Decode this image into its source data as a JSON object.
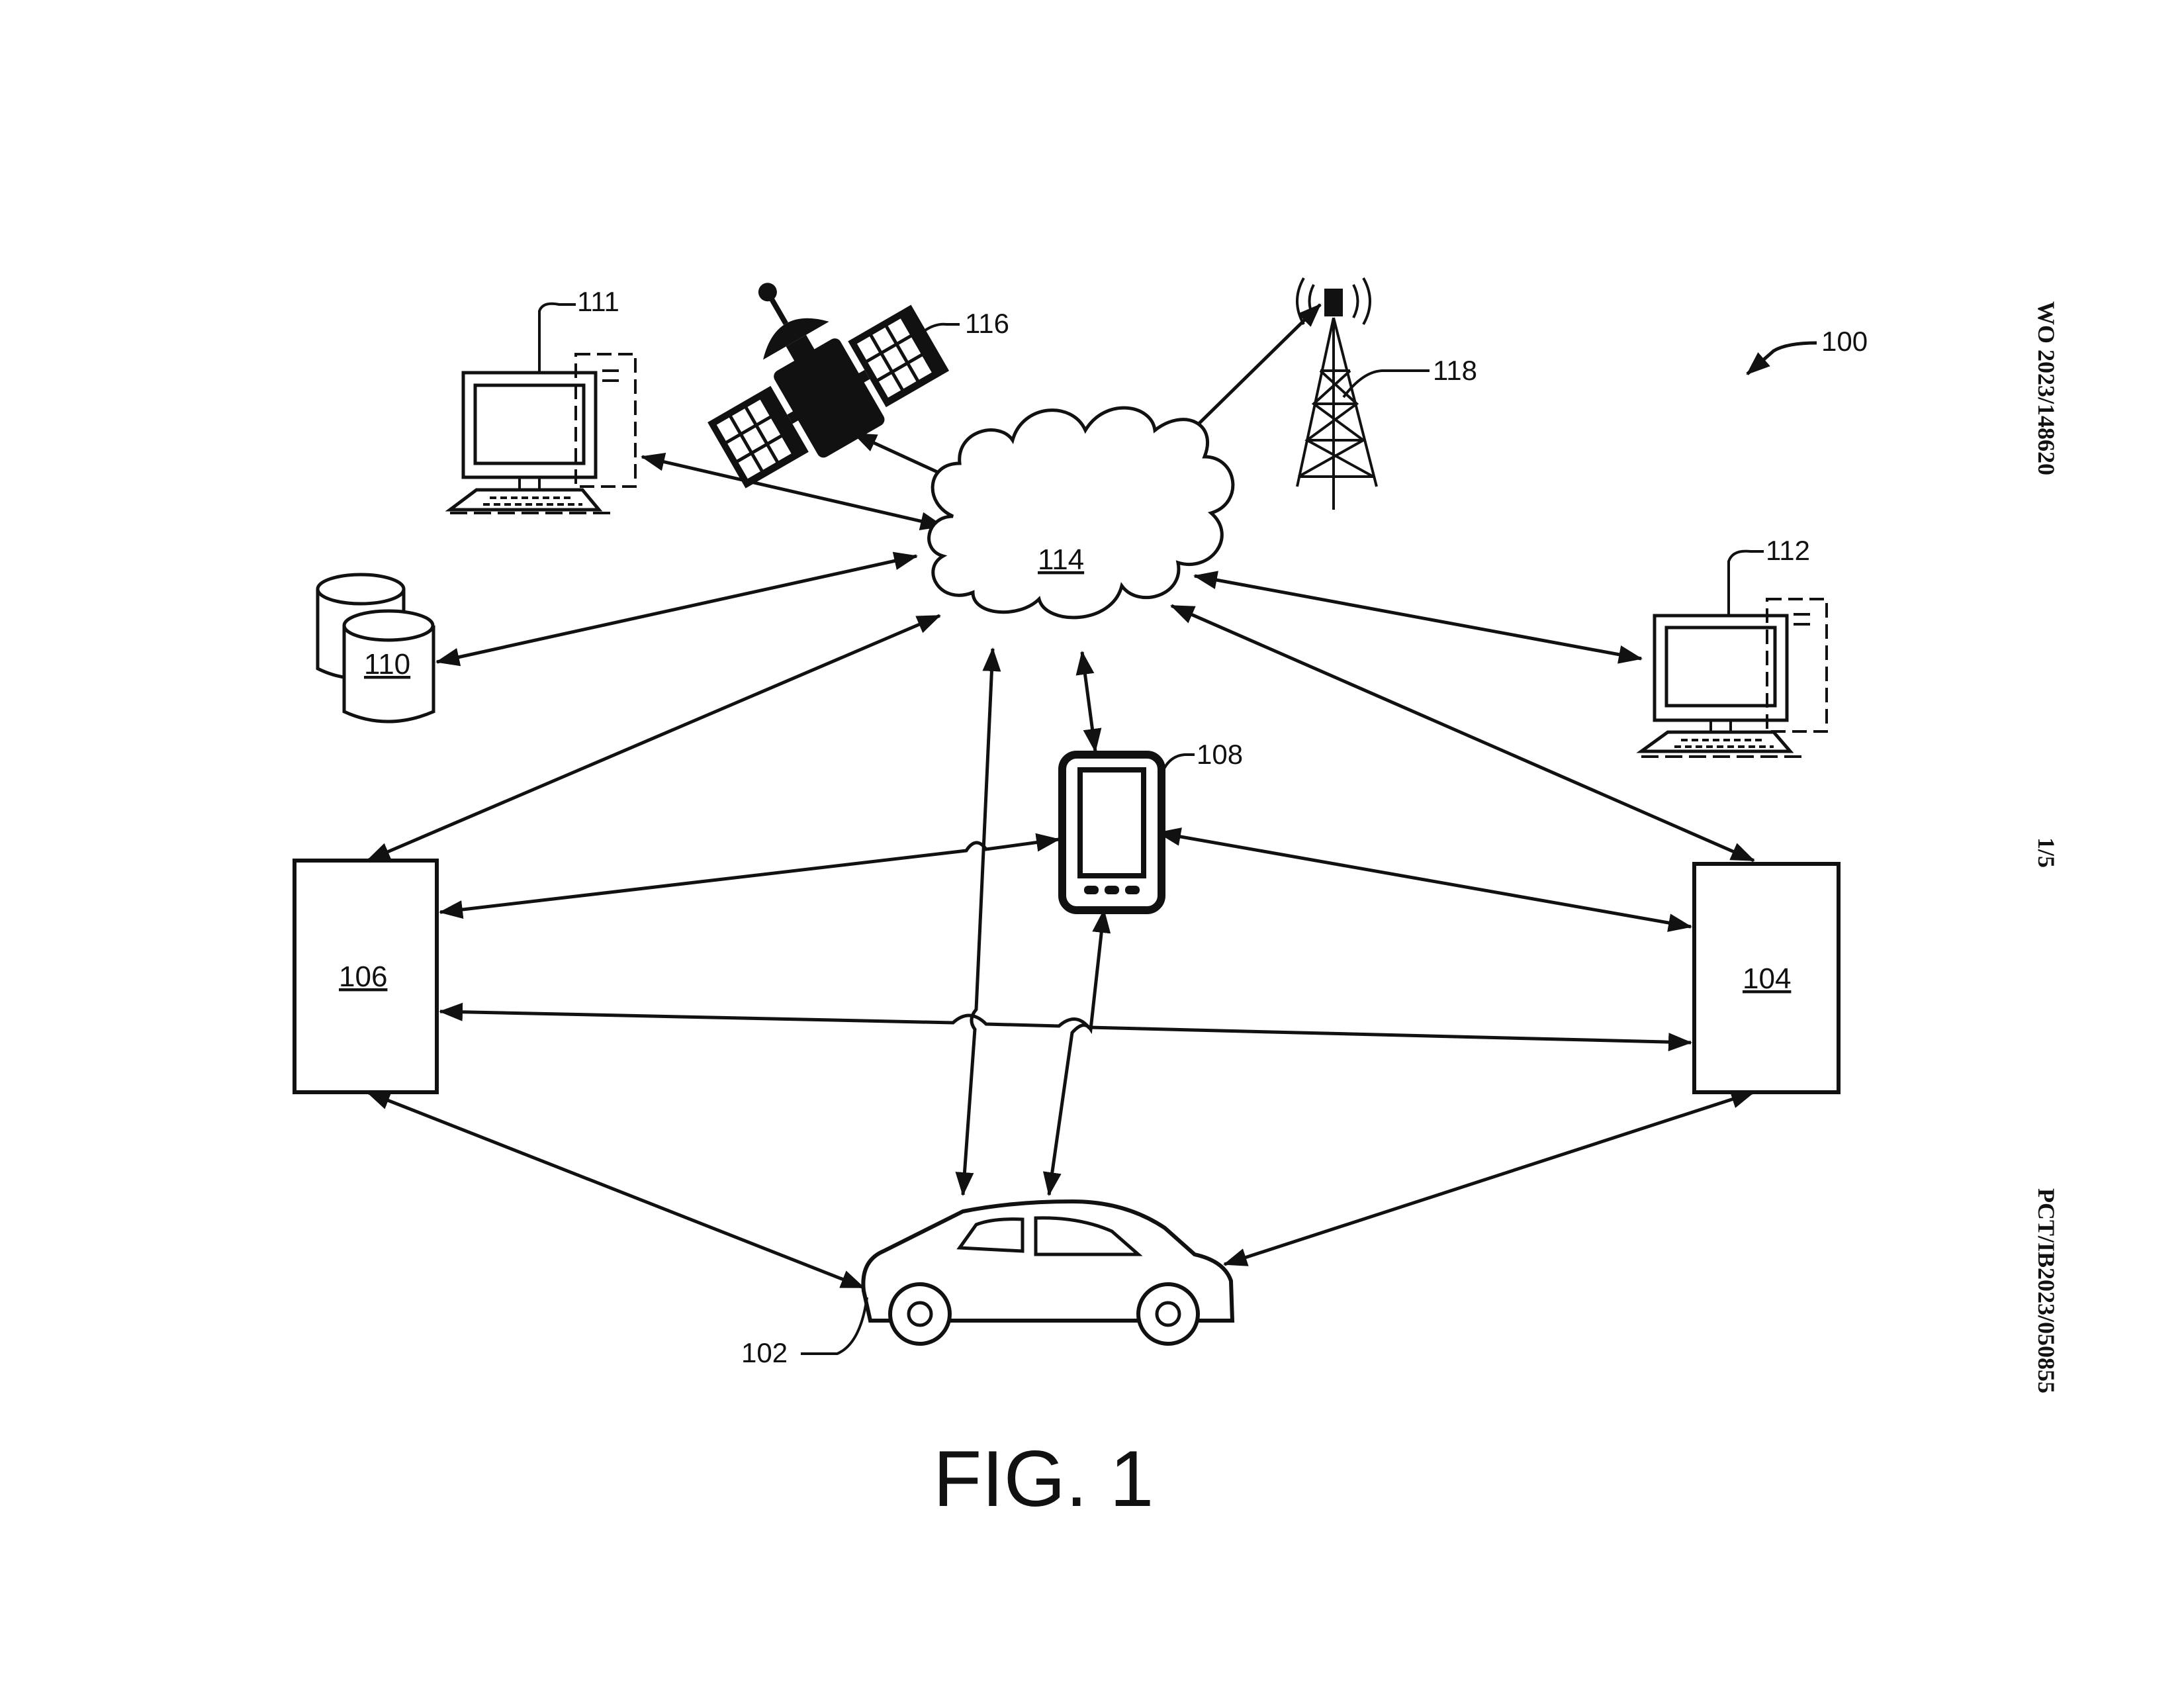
{
  "figure": {
    "caption": "FIG. 1",
    "system_ref": "100"
  },
  "margin": {
    "publication_number": "WO 2023/148620",
    "sheet": "1/5",
    "application_number": "PCT/IB2023/050855"
  },
  "nodes": {
    "vehicle": "102",
    "server_104": "104",
    "server_106": "106",
    "mobile_device": "108",
    "database": "110",
    "computer_111": "111",
    "computer_112": "112",
    "network_cloud": "114",
    "satellite": "116",
    "cell_tower": "118"
  },
  "connections": [
    [
      "111",
      "114"
    ],
    [
      "116",
      "114"
    ],
    [
      "118",
      "114"
    ],
    [
      "110",
      "114"
    ],
    [
      "112",
      "114"
    ],
    [
      "106",
      "114"
    ],
    [
      "104",
      "114"
    ],
    [
      "108",
      "114"
    ],
    [
      "102",
      "114"
    ],
    [
      "106",
      "108"
    ],
    [
      "104",
      "108"
    ],
    [
      "102",
      "108"
    ],
    [
      "106",
      "104"
    ],
    [
      "106",
      "102"
    ],
    [
      "104",
      "102"
    ]
  ]
}
